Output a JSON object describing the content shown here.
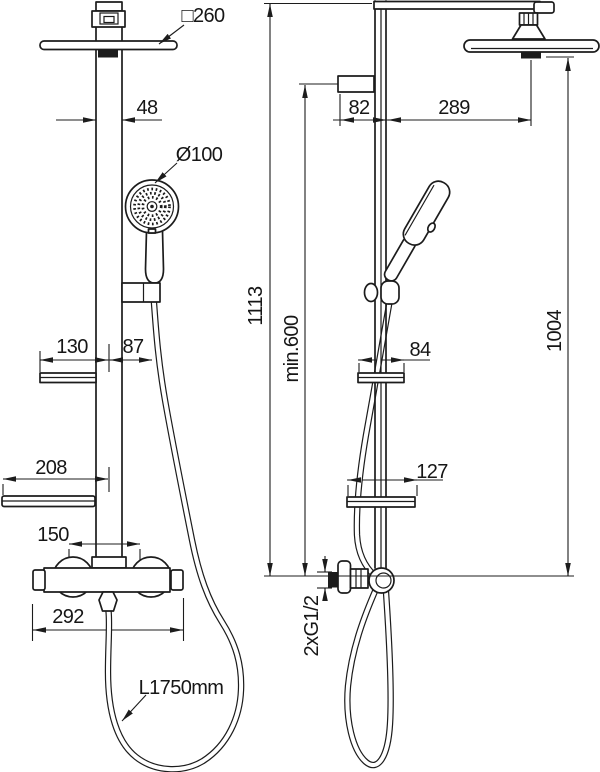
{
  "drawing": {
    "subject": "shower-system-dimension-drawing",
    "units": "mm",
    "background": "#ffffff",
    "line_color": "#1c1c1c",
    "views": {
      "front_view": "shower column front elevation",
      "side_view": "shower column side elevation"
    },
    "dimensions": {
      "head_square": "□260",
      "arm_pipe_width": "48",
      "hand_shower_diameter": "Ø100",
      "shelf_small_width": "130",
      "hand_shower_offset": "87",
      "shelf_large_width": "208",
      "connection_spacing": "150",
      "mixer_width": "292",
      "hose_length": "L1750mm",
      "column_height": "1113",
      "min_install_height": "min.600",
      "bracket_depth": "82",
      "arm_reach": "289",
      "shelf_small_depth": "84",
      "shelf_large_depth": "127",
      "thread_connections": "2xG1/2",
      "head_height_above_mixer": "1004"
    }
  }
}
